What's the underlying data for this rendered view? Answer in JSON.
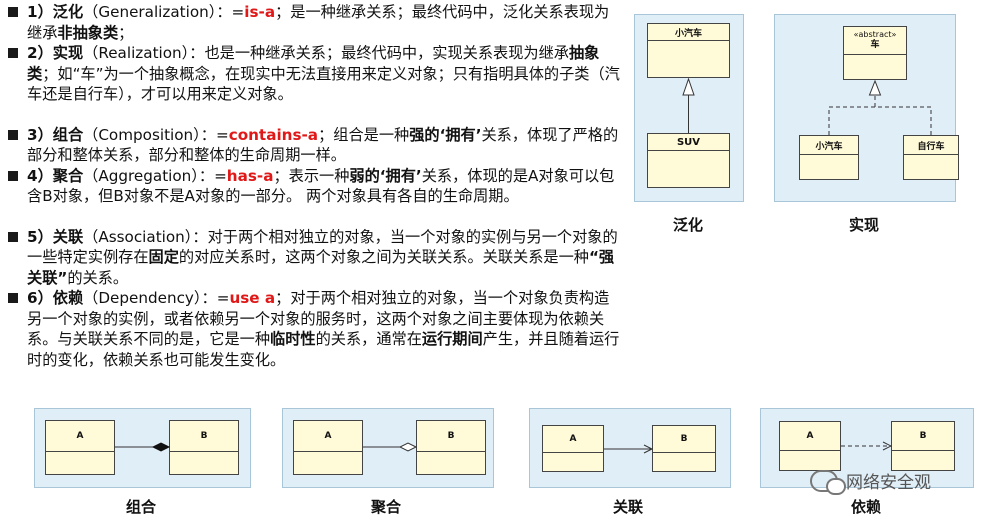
{
  "text": {
    "p1": {
      "num": "1）",
      "term": "泛化",
      "en": "（Generalization）：=",
      "kw": "is-a",
      "body1": "；是一种继承关系；最终代码中，泛化关系表现为继承",
      "bold1": "非抽象类",
      "body2": "；"
    },
    "p2": {
      "num": "2）",
      "term": "实现",
      "en": "（Realization）：",
      "body1": "也是一种继承关系；最终代码中，实现关系表现为继承",
      "bold1": "抽象类",
      "body2": "；如“车”为一个抽象概念，在现实中无法直接用来定义对象；只有指明具体的子类（汽车还是自行车），才可以用来定义对象。"
    },
    "p3": {
      "num": "3）",
      "term": "组合",
      "en": "（Composition）：=",
      "kw": "contains-a",
      "body1": "；组合是一种",
      "bold1": "强的‘拥有’",
      "body2": "关系，体现了严格的部分和整体关系，部分和整体的生命周期一样。"
    },
    "p4": {
      "num": "4）",
      "term": "聚合",
      "en": "（Aggregation）：=",
      "kw": "has-a",
      "body1": "；表示一种",
      "bold1": "弱的‘拥有’",
      "body2": "关系，体现的是A对象可以包含B对象，但B对象不是A对象的一部分。 两个对象具有各自的生命周期。"
    },
    "p5": {
      "num": "5）",
      "term": "关联",
      "en": "（Association）：",
      "body1": "对于两个相对独立的对象，当一个对象的实例与另一个对象的一些特定实例存在",
      "bold1": "固定",
      "body2": "的对应关系时，这两个对象之间为关联关系。关联关系是一种",
      "bold2": "“强关联”",
      "body3": "的关系。"
    },
    "p6": {
      "num": "6）",
      "term": "依赖",
      "en": "（Dependency）：=",
      "kw": "use a",
      "body1": "；对于两个相对独立的对象，当一个对象负责构造另一个对象的实例，或者依赖另一个对象的服务时，这两个对象之间主要体现为依赖关系。与关联关系不同的是，它是一种",
      "bold1": "临时性",
      "body2": "的关系，通常在",
      "bold2": "运行期间",
      "body3": "产生，并且随着运行时的变化，依赖关系也可能发生变化。"
    }
  },
  "diagrams": {
    "generalization": {
      "parent": "小汽车",
      "child": "SUV",
      "caption": "泛化"
    },
    "realization": {
      "stereotype": "«abstract»",
      "parent": "车",
      "child1": "小汽车",
      "child2": "自行车",
      "caption": "实现"
    },
    "composition": {
      "a": "A",
      "b": "B",
      "caption": "组合"
    },
    "aggregation": {
      "a": "A",
      "b": "B",
      "caption": "聚合"
    },
    "association": {
      "a": "A",
      "b": "B",
      "caption": "关联"
    },
    "dependency": {
      "a": "A",
      "b": "B",
      "caption": "依赖"
    }
  },
  "watermark": "网络安全观",
  "colors": {
    "keyword": "#e01818",
    "panel_bg": "#e0eef7",
    "class_fill": "#fffad7"
  }
}
